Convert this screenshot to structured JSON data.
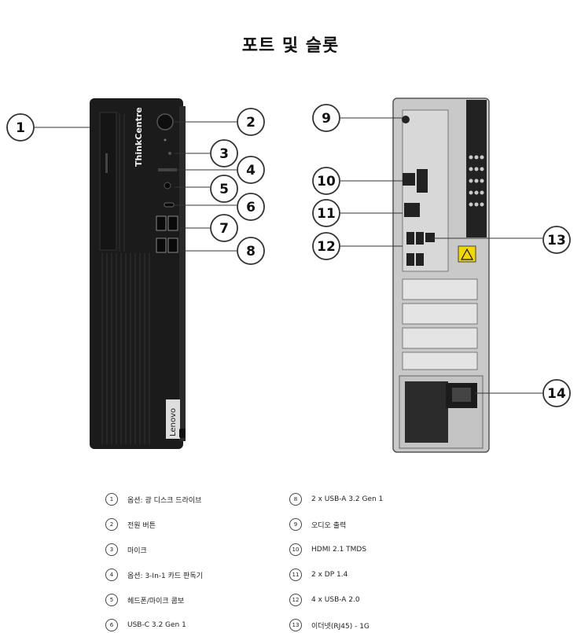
{
  "title": "포트 및 슬롯",
  "figure": {
    "brand_front_vertical": "ThinkCentre",
    "brand_bottom_vertical": "Lenovo",
    "callouts": [
      "1",
      "2",
      "3",
      "4",
      "5",
      "6",
      "7",
      "8",
      "9",
      "10",
      "11",
      "12",
      "13",
      "14"
    ]
  },
  "legend": {
    "left": [
      {
        "num": "1",
        "text": "옵션: 광 디스크 드라이브"
      },
      {
        "num": "2",
        "text": "전원 버튼"
      },
      {
        "num": "3",
        "text": "마이크"
      },
      {
        "num": "4",
        "text": "옵션: 3-In-1 카드 판독기"
      },
      {
        "num": "5",
        "text": "헤드폰/마이크 콤보"
      },
      {
        "num": "6",
        "text": "USB-C 3.2 Gen 1"
      }
    ],
    "right": [
      {
        "num": "8",
        "text": "2 x USB-A 3.2 Gen 1"
      },
      {
        "num": "9",
        "text": "오디오 출력"
      },
      {
        "num": "10",
        "text": "HDMI 2.1 TMDS"
      },
      {
        "num": "11",
        "text": "2 x DP 1.4"
      },
      {
        "num": "12",
        "text": "4 x USB-A 2.0"
      },
      {
        "num": "13",
        "text": "이더넷(RJ45) - 1G"
      }
    ]
  }
}
